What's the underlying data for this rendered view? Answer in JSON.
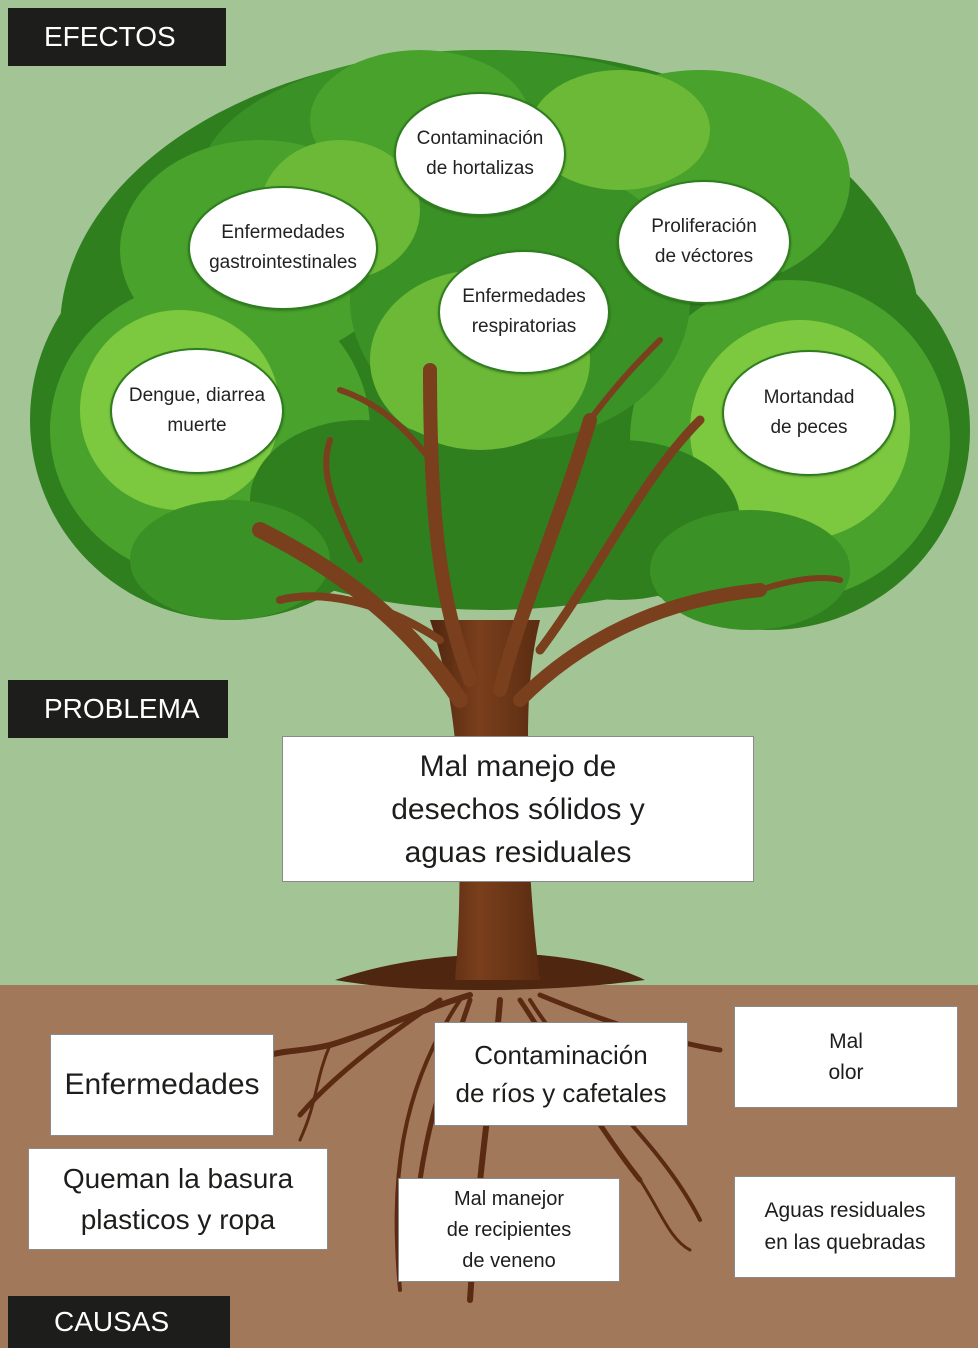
{
  "labels": {
    "effects": "EFECTOS",
    "problem": "PROBLEMA",
    "causes": "CAUSAS"
  },
  "effects": [
    "Contaminación\nde hortalizas",
    "Enfermedades\ngastrointestinales",
    "Proliferación\nde véctores",
    "Enfermedades\nrespiratorias",
    "Dengue, diarrea\nmuerte",
    "Mortandad\nde peces"
  ],
  "problem": "Mal manejo de\ndesechos sólidos y\naguas residuales",
  "causes": [
    "Enfermedades",
    "Contaminación\nde ríos y cafetales",
    "Mal\nolor",
    "Queman la basura\nplasticos y ropa",
    "Mal manejor\nde recipientes\nde veneno",
    "Aguas residuales\nen las quebradas"
  ],
  "colors": {
    "sky": "#a3c595",
    "soil": "#a2785a",
    "foliage_dark": "#2f7f1f",
    "foliage_mid": "#48a22c",
    "foliage_light": "#7cc83e",
    "trunk": "#6b3518",
    "label_bg": "#1d1d1b"
  }
}
